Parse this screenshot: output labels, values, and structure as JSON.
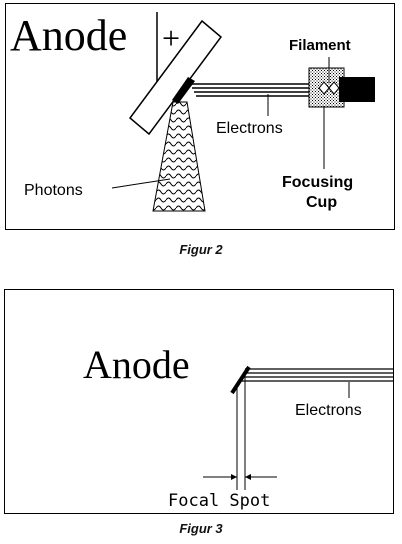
{
  "figure2": {
    "anode_label": "Anode",
    "polarity_label": "+",
    "filament_label": "Filament",
    "electrons_label": "Electrons",
    "photons_label": "Photons",
    "focusing_cup_line1": "Focusing",
    "focusing_cup_line2": "Cup",
    "caption": "Figur 2"
  },
  "figure3": {
    "anode_label": "Anode",
    "electrons_label": "Electrons",
    "focal_spot_label": "Focal Spot",
    "caption": "Figur 3"
  }
}
